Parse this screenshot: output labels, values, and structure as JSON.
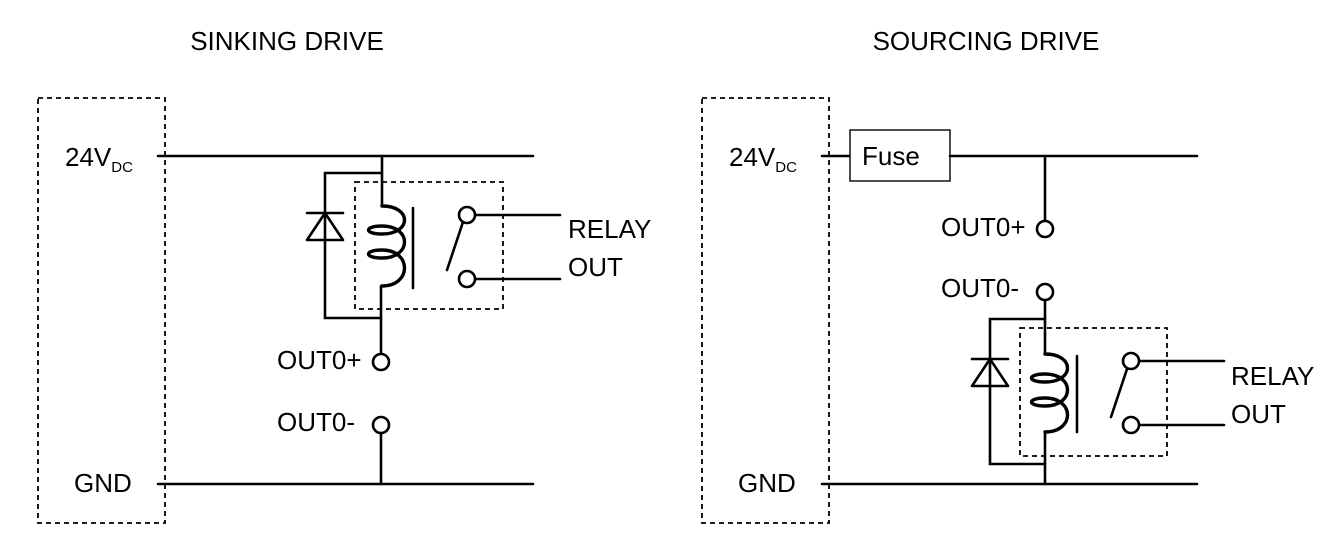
{
  "sinking": {
    "title": "SINKING DRIVE",
    "supply_label": "24V",
    "supply_sub": "DC",
    "gnd_label": "GND",
    "out_plus": "OUT0+",
    "out_minus": "OUT0-",
    "relay_line1": "RELAY",
    "relay_line2": "OUT"
  },
  "sourcing": {
    "title": "SOURCING DRIVE",
    "supply_label": "24V",
    "supply_sub": "DC",
    "gnd_label": "GND",
    "fuse_label": "Fuse",
    "out_plus": "OUT0+",
    "out_minus": "OUT0-",
    "relay_line1": "RELAY",
    "relay_line2": "OUT"
  }
}
